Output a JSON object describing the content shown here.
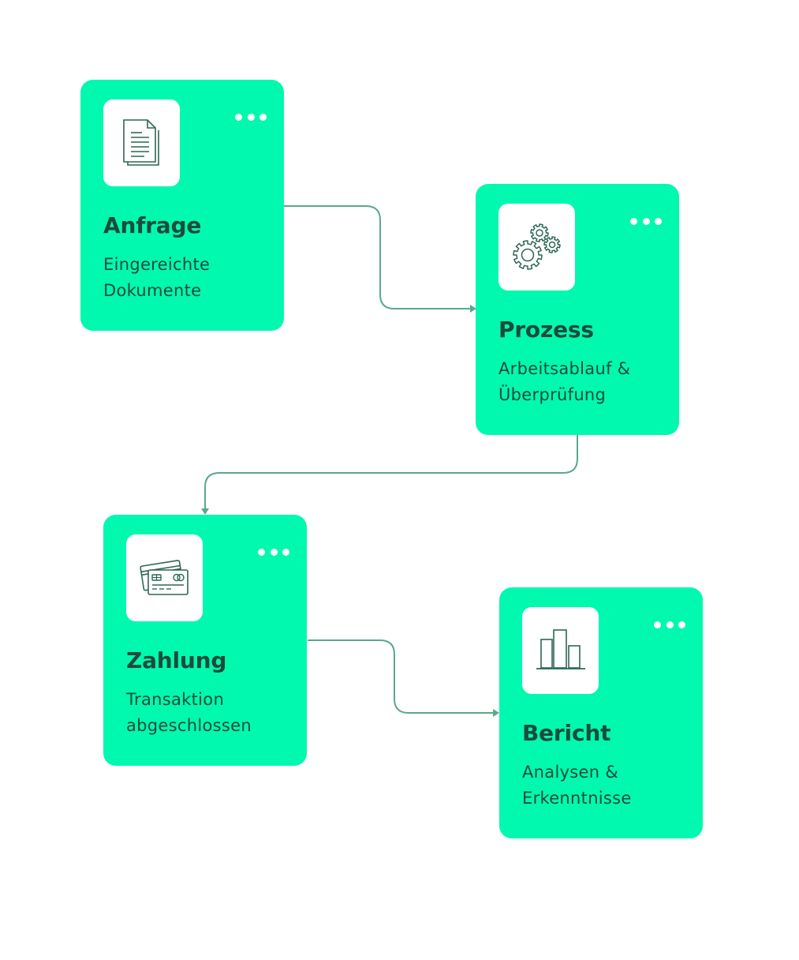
{
  "theme": {
    "card_color": "#00f9ae",
    "text_color": "#1d4a3c",
    "line_color": "#5aa989",
    "icon_stroke": "#2e6756"
  },
  "steps": [
    {
      "title": "Anfrage",
      "description": "Eingereichte\nDokumente",
      "icon": "document-icon"
    },
    {
      "title": "Prozess",
      "description": "Arbeitsablauf &\nÜberprüfung",
      "icon": "gears-icon"
    },
    {
      "title": "Zahlung",
      "description": "Transaktion\nabgeschlossen",
      "icon": "credit-card-icon"
    },
    {
      "title": "Bericht",
      "description": "Analysen &\nErkenntnisse",
      "icon": "bar-chart-icon"
    }
  ],
  "flow": [
    {
      "from": "Anfrage",
      "to": "Prozess"
    },
    {
      "from": "Prozess",
      "to": "Zahlung"
    },
    {
      "from": "Zahlung",
      "to": "Bericht"
    }
  ]
}
